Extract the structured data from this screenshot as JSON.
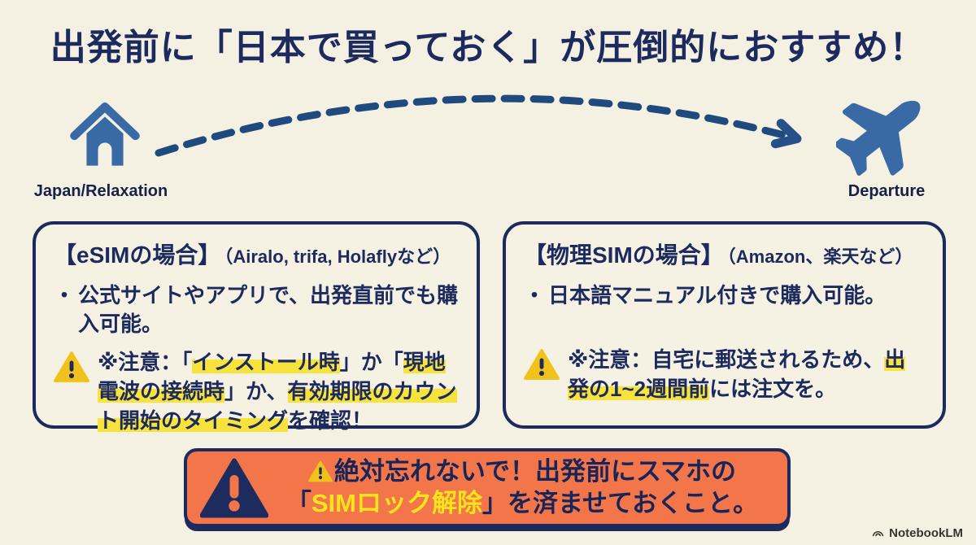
{
  "title": "出発前に「日本で買っておく」が圧倒的におすすめ！",
  "colors": {
    "background": "#f5f1e2",
    "navy": "#1c2a5e",
    "icon_blue": "#3a6aa6",
    "arrow_blue": "#1e4a7e",
    "highlight_yellow": "#f7e33c",
    "warning_triangle_yellow": "#f2c21c",
    "footer_orange": "#f2764a",
    "footer_yellow_text": "#f9e41c"
  },
  "journey": {
    "origin": {
      "label": "Japan/Relaxation",
      "icon": "home-icon"
    },
    "destination": {
      "label": "Departure",
      "icon": "plane-icon"
    },
    "arrow": "dashed-arc-arrow"
  },
  "bullet_marker": "・",
  "cards": [
    {
      "heading": "【eSIMの場合】",
      "heading_note": "（Airalo, trifa, Holaflyなど）",
      "bullet": "公式サイトやアプリで、出発直前でも購入可能。",
      "warning": {
        "segments": [
          {
            "text": "※注意：「",
            "highlight": false
          },
          {
            "text": "インストール時",
            "highlight": true
          },
          {
            "text": "」か「",
            "highlight": false
          },
          {
            "text": "現地電波の接続時",
            "highlight": true
          },
          {
            "text": "」か、",
            "highlight": false
          },
          {
            "text": "有効期限のカウント開始のタイミング",
            "highlight": true
          },
          {
            "text": "を確認！",
            "highlight": false
          }
        ]
      }
    },
    {
      "heading": "【物理SIMの場合】",
      "heading_note": "（Amazon、楽天など）",
      "bullet": "日本語マニュアル付きで購入可能。",
      "warning": {
        "segments": [
          {
            "text": "※注意：自宅に郵送されるため、",
            "highlight": false
          },
          {
            "text": "出発の1~2週間前",
            "highlight": true
          },
          {
            "text": "には注文を。",
            "highlight": false
          }
        ]
      }
    }
  ],
  "footer": {
    "line1": "絶対忘れないで！出発前にスマホの",
    "line2_pre": "「",
    "line2_highlight": "SIMロック解除",
    "line2_post": "」を済ませておくこと。"
  },
  "branding": {
    "label": "NotebookLM"
  }
}
